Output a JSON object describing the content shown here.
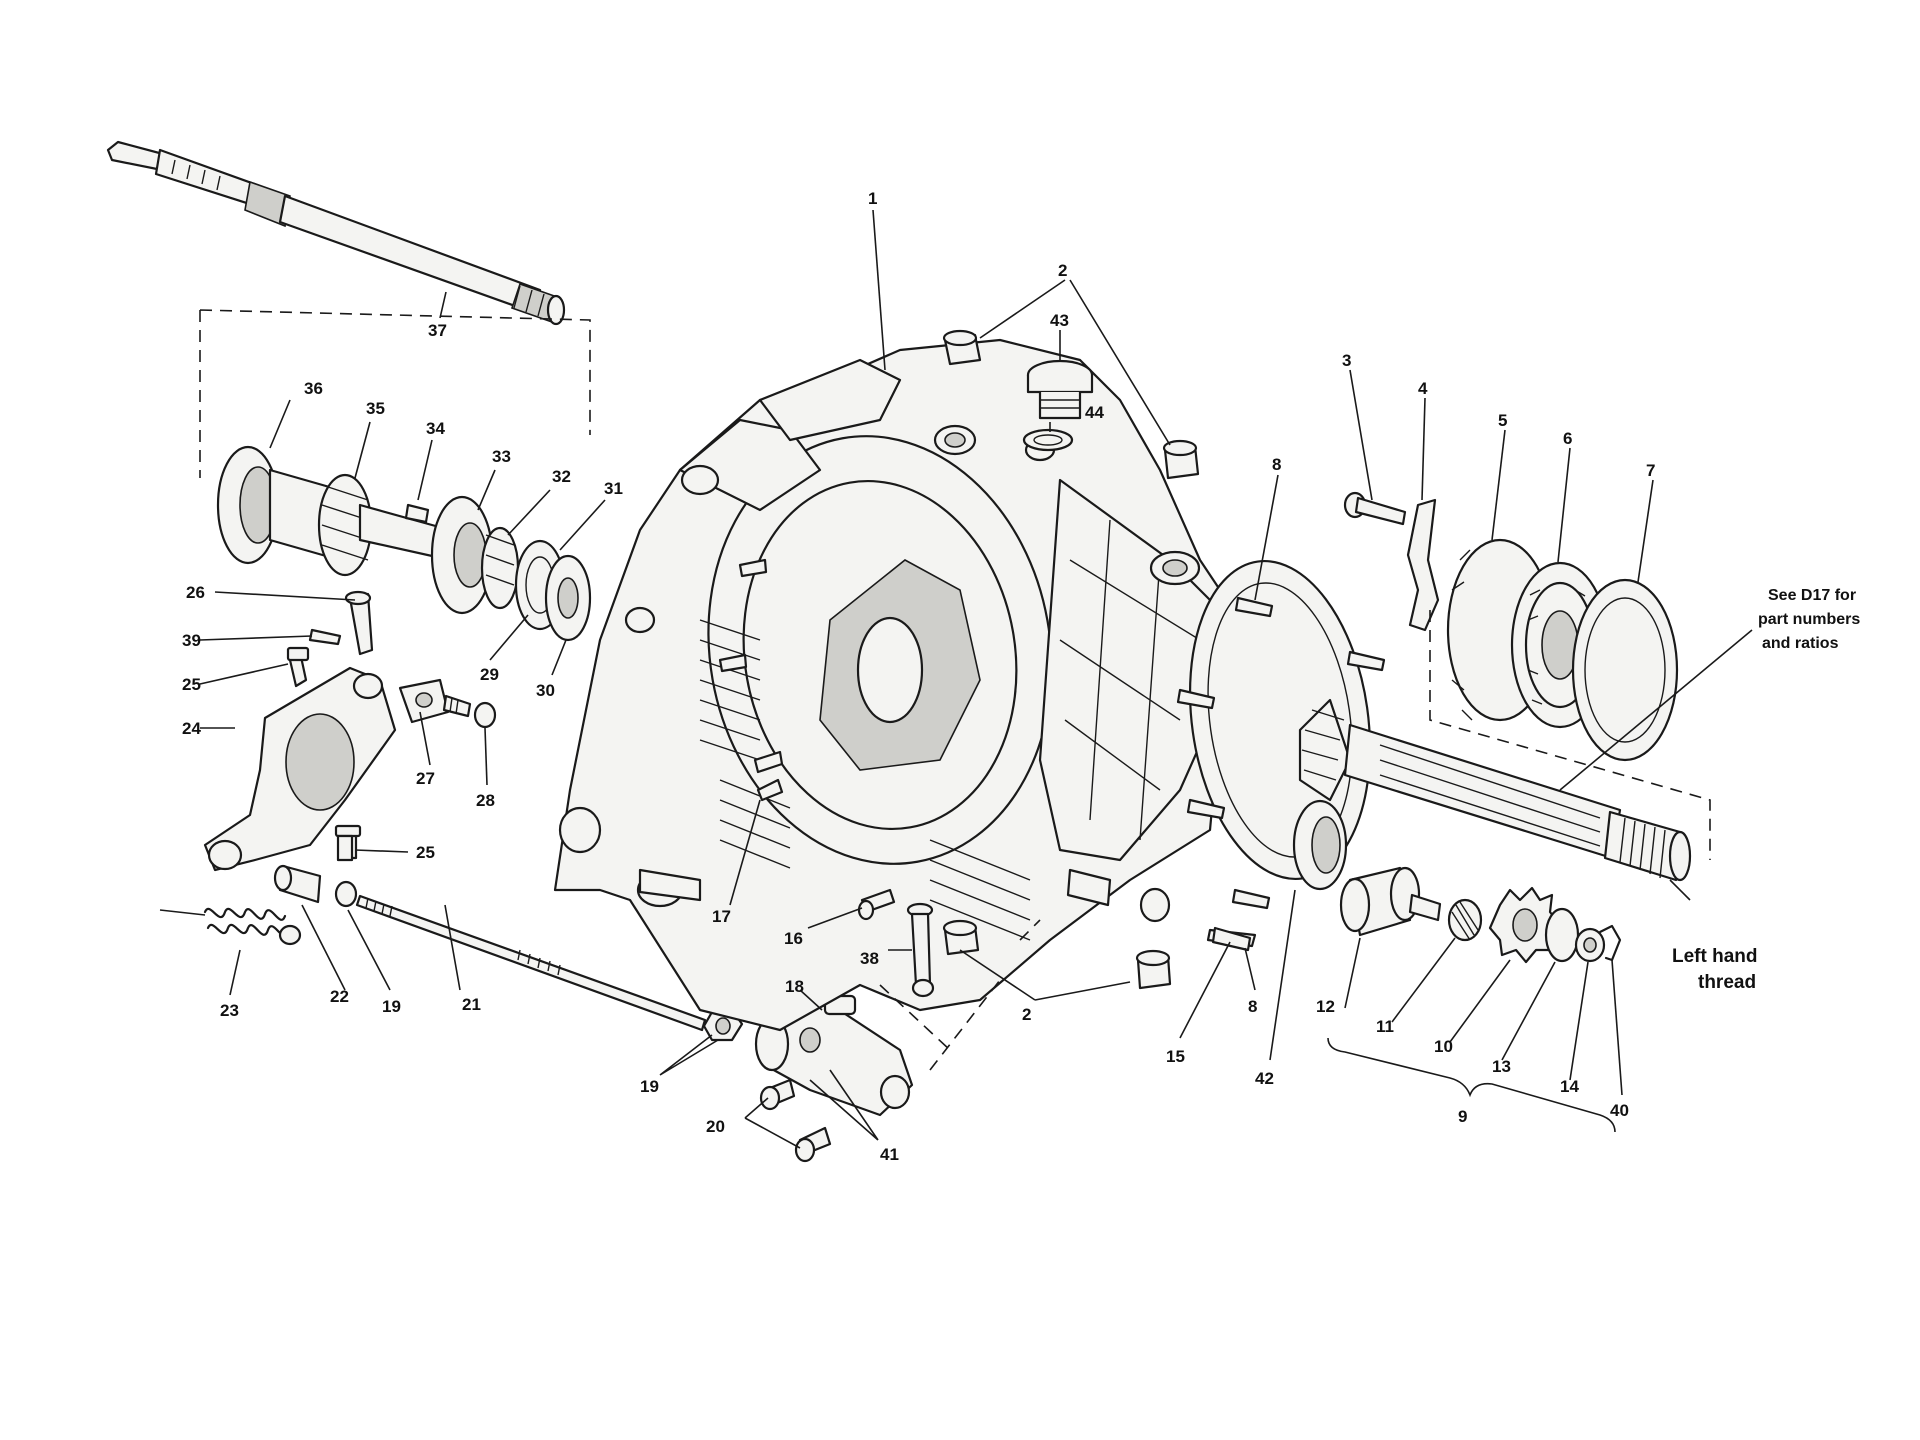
{
  "labels": {
    "l1": "1",
    "l2a": "2",
    "l2b": "2",
    "l3": "3",
    "l4": "4",
    "l5": "5",
    "l6": "6",
    "l7": "7",
    "l8a": "8",
    "l8b": "8",
    "l9": "9",
    "l10": "10",
    "l11": "11",
    "l12": "12",
    "l13": "13",
    "l14": "14",
    "l15": "15",
    "l16": "16",
    "l17": "17",
    "l18": "18",
    "l19a": "19",
    "l19b": "19",
    "l20": "20",
    "l21": "21",
    "l22": "22",
    "l23": "23",
    "l24": "24",
    "l25a": "25",
    "l25b": "25",
    "l26": "26",
    "l27": "27",
    "l28": "28",
    "l29": "29",
    "l30": "30",
    "l31": "31",
    "l32": "32",
    "l33": "33",
    "l34": "34",
    "l35": "35",
    "l36": "36",
    "l37": "37",
    "l38": "38",
    "l39": "39",
    "l40": "40",
    "l41": "41",
    "l42": "42",
    "l43": "43",
    "l44": "44"
  },
  "notes": {
    "see_d17_line1": "See D17 for",
    "see_d17_line2": "part numbers",
    "see_d17_line3": "and ratios",
    "left_hand_line1": "Left hand",
    "left_hand_line2": "thread"
  }
}
